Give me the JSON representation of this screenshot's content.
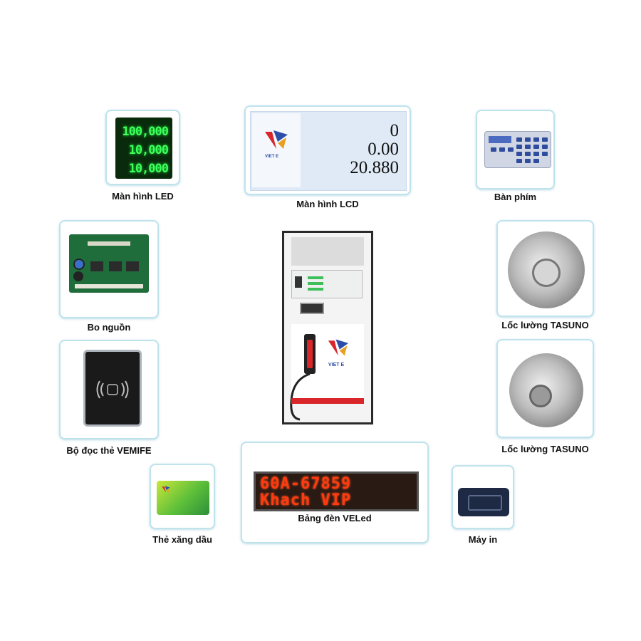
{
  "items": {
    "led": {
      "label": "Màn hình LED",
      "readings": [
        "100,000",
        "10,000",
        "10,000"
      ]
    },
    "lcd": {
      "label": "Màn hình LCD",
      "readings": [
        "0",
        "0.00",
        "20.880"
      ],
      "logo_text": "VIET E"
    },
    "keypad": {
      "label": "Bàn phím"
    },
    "power_board": {
      "label": "Bo nguồn"
    },
    "card_reader": {
      "label": "Bộ đọc thẻ VEMIFE"
    },
    "flowmeter_1": {
      "label": "Lốc lường TASUNO"
    },
    "flowmeter_2": {
      "label": "Lốc lường TASUNO"
    },
    "led_board": {
      "label": "Bảng đèn VELed",
      "lines": [
        "60A-67859",
        "Khach VIP"
      ]
    },
    "fuel_card": {
      "label": "Thẻ xăng dầu"
    },
    "printer": {
      "label": "Máy in"
    }
  },
  "pump": {
    "logo_text": "VIET E"
  },
  "colors": {
    "card_border": "#bfe3ec",
    "led_green": "#3cff5a",
    "led_red": "#ff3a10",
    "brand_red": "#d8262a"
  }
}
